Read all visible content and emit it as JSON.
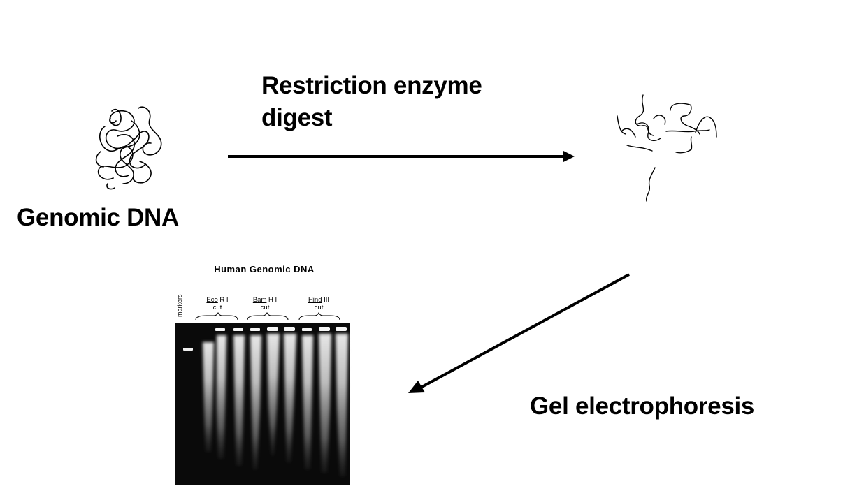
{
  "labels": {
    "genomic_dna": "Genomic DNA",
    "digest": "Restriction enzyme digest",
    "gel_electrophoresis": "Gel electrophoresis"
  },
  "gel": {
    "title": "Human Genomic DNA",
    "markers_label": "markers",
    "enzymes": [
      {
        "name": "Eco",
        "suffix": " R I",
        "sub": "cut"
      },
      {
        "name": "Bam",
        "suffix": " H I",
        "sub": "cut"
      },
      {
        "name": "Hind",
        "suffix": " III",
        "sub": "cut"
      }
    ]
  },
  "colors": {
    "ink": "#000000",
    "gel_bg": "#0a0a0a",
    "band": "#e6e6e6"
  }
}
